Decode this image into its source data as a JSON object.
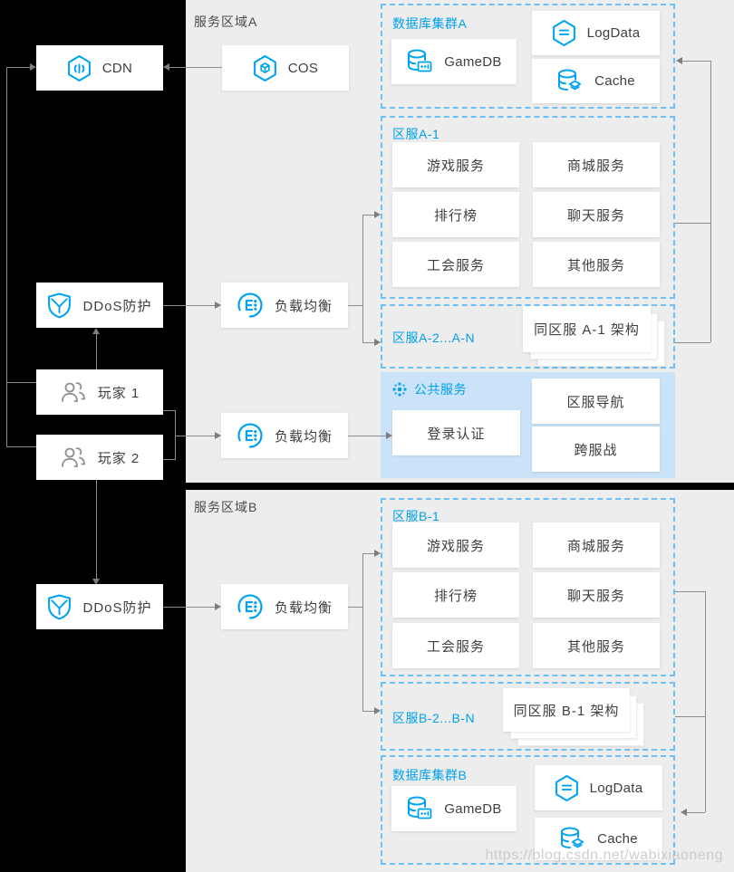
{
  "palette": {
    "accent_blue": "#00a2f2",
    "title_blue": "#00a0f0",
    "dashed_border": "#6cc0f5",
    "region_bg": "#ededed",
    "public_bg": "#cbe3f8",
    "connector_gray": "#8c8c8c",
    "panel_black": "#000000",
    "label_text": "#3f3f3f"
  },
  "left_panel": {
    "cdn": "CDN",
    "ddos_a": "DDoS防护",
    "player1": "玩家 1",
    "player2": "玩家 2",
    "ddos_b": "DDoS防护"
  },
  "region_a": {
    "title": "服务区域A",
    "cos": "COS",
    "lb_main": "负载均衡",
    "lb_login": "负载均衡",
    "db_cluster": {
      "title": "数据库集群A",
      "gamedb": "GameDB",
      "logdata": "LogData",
      "cache": "Cache"
    },
    "zone_1": {
      "title": "区服A-1",
      "services": [
        "游戏服务",
        "商城服务",
        "排行榜",
        "聊天服务",
        "工会服务",
        "其他服务"
      ]
    },
    "zone_n": {
      "title": "区服A-2...A-N",
      "stack": "同区服 A-1 架构"
    },
    "public": {
      "title": "公共服务",
      "login": "登录认证",
      "nav": "区服导航",
      "cross": "跨服战"
    }
  },
  "region_b": {
    "title": "服务区域B",
    "lb_main": "负载均衡",
    "zone_1": {
      "title": "区服B-1",
      "services": [
        "游戏服务",
        "商城服务",
        "排行榜",
        "聊天服务",
        "工会服务",
        "其他服务"
      ]
    },
    "zone_n": {
      "title": "区服B-2...B-N",
      "stack": "同区服 B-1 架构"
    },
    "db_cluster": {
      "title": "数据库集群B",
      "gamedb": "GameDB",
      "logdata": "LogData",
      "cache": "Cache"
    }
  },
  "watermark": "https://blog.csdn.net/wabixiaoneng"
}
